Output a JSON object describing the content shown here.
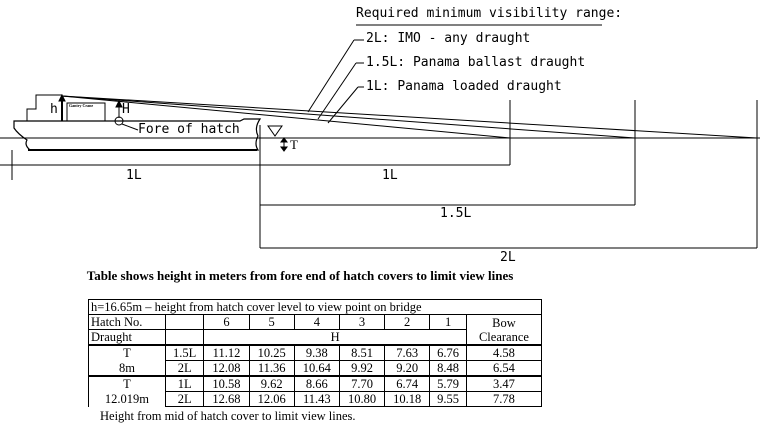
{
  "diagram": {
    "heading": "Required minimum visibility range:",
    "ranges": [
      {
        "label": "2L:",
        "text": "IMO  -  any draught"
      },
      {
        "label": "1.5L:",
        "text": "Panama ballast draught"
      },
      {
        "label": "1L:",
        "text": "Panama loaded draught"
      }
    ],
    "h_label": "h",
    "H_label": "H",
    "crane_label": "Gantry Crane",
    "fore_label": "Fore of hatch",
    "T_label": "T",
    "dim_1L_ship": "1L",
    "dim_1L": "1L",
    "dim_15L": "1.5L",
    "dim_2L": "2L"
  },
  "table_title": "Table shows height in meters from fore end of hatch covers to limit view lines",
  "table": {
    "header_note": "h=16.65m – height from hatch cover level to view point on bridge",
    "hatch_no": "Hatch No.",
    "hatches": [
      "6",
      "5",
      "4",
      "3",
      "2",
      "1"
    ],
    "bow": "Bow",
    "clearance": "Clearance",
    "draught": "Draught",
    "H": "H",
    "groups": [
      {
        "T": "T",
        "val": "8m",
        "rows": [
          {
            "r": "1.5L",
            "v": [
              "11.12",
              "10.25",
              "9.38",
              "8.51",
              "7.63",
              "6.76",
              "4.58"
            ]
          },
          {
            "r": "2L",
            "v": [
              "12.08",
              "11.36",
              "10.64",
              "9.92",
              "9.20",
              "8.48",
              "6.54"
            ]
          }
        ]
      },
      {
        "T": "T",
        "val": "12.019m",
        "rows": [
          {
            "r": "1L",
            "v": [
              "10.58",
              "9.62",
              "8.66",
              "7.70",
              "6.74",
              "5.79",
              "3.47"
            ]
          },
          {
            "r": "2L",
            "v": [
              "12.68",
              "12.06",
              "11.43",
              "10.80",
              "10.18",
              "9.55",
              "7.78"
            ]
          }
        ]
      }
    ]
  },
  "note": "Height from mid of hatch cover to limit view lines."
}
